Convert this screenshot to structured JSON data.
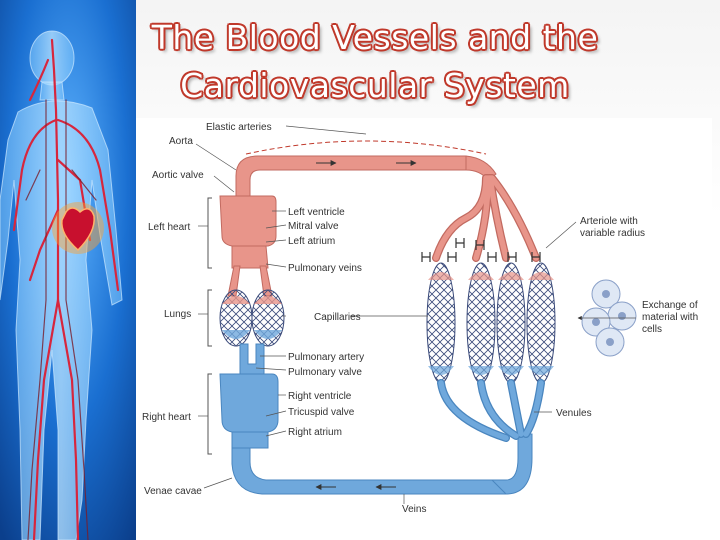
{
  "slide": {
    "title_line1": "The Blood Vessels and the",
    "title_line2": "Cardiovascular System"
  },
  "colors": {
    "title_outline": "#c0392b",
    "arterial": "#e8958a",
    "venous": "#6fa8dc",
    "panel_blue": "#1a6fd1"
  },
  "diagram": {
    "left_labels": {
      "aorta": "Aorta",
      "aortic_valve": "Aortic valve",
      "left_heart": "Left heart",
      "lungs": "Lungs",
      "right_heart": "Right heart",
      "venae_cavae": "Venae cavae"
    },
    "center_labels": {
      "elastic_arteries": "Elastic arteries",
      "left_ventricle": "Left ventricle",
      "mitral_valve": "Mitral valve",
      "left_atrium": "Left atrium",
      "pulmonary_veins": "Pulmonary veins",
      "capillaries": "Capillaries",
      "pulmonary_artery": "Pulmonary artery",
      "pulmonary_valve": "Pulmonary valve",
      "right_ventricle": "Right ventricle",
      "tricuspid_valve": "Tricuspid valve",
      "right_atrium": "Right atrium",
      "veins": "Veins"
    },
    "right_labels": {
      "arteriole_line1": "Arteriole with",
      "arteriole_line2": "variable radius",
      "exchange_line1": "Exchange of",
      "exchange_line2": "material with",
      "exchange_line3": "cells",
      "venules": "Venules"
    }
  }
}
